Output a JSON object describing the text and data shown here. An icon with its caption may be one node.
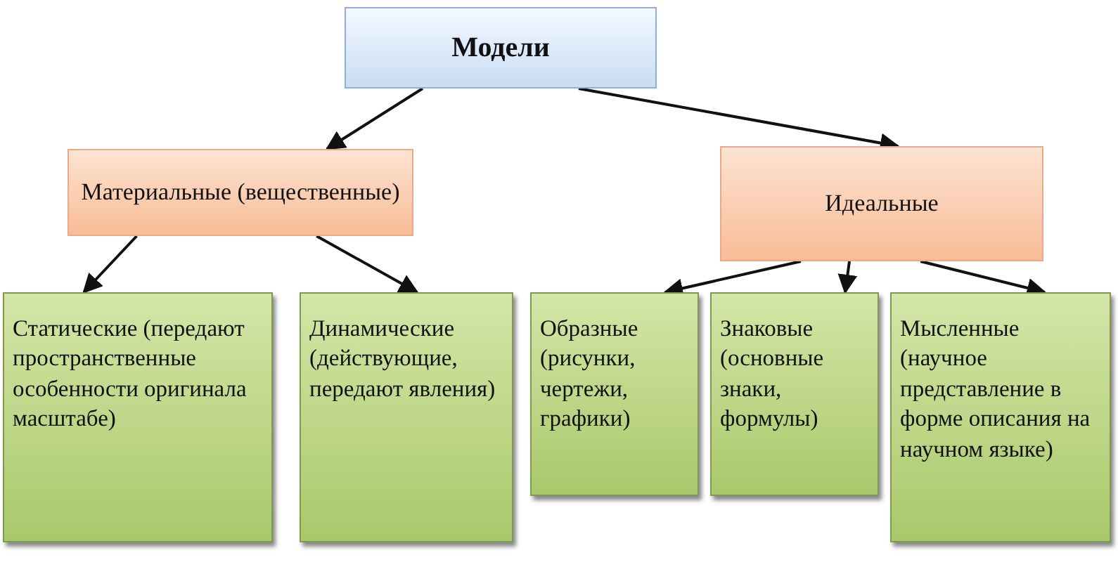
{
  "diagram": {
    "nodes": [
      {
        "text": [
          "Модели"
        ]
      },
      {
        "text": [
          "Материальные (вещественные)"
        ]
      },
      {
        "text": [
          "Идеальные"
        ]
      },
      {
        "text": [
          "Статические (передают пространственные особенности оригинала масштабе)"
        ]
      },
      {
        "text": [
          "Динамические (действующие, передают явления)"
        ]
      },
      {
        "text": [
          "Образные (рисунки, чертежи, графики)"
        ]
      },
      {
        "text": [
          "Знаковые (основные знаки, формулы)"
        ]
      },
      {
        "text": [
          "Мысленные (научное представление в форме описания на научном языке)"
        ]
      }
    ],
    "edges": [
      {
        "from": 0,
        "to": 1,
        "arrow": "to"
      },
      {
        "from": 0,
        "to": 2,
        "arrow": "to"
      },
      {
        "from": 1,
        "to": 3,
        "arrow": "to"
      },
      {
        "from": 1,
        "to": 4,
        "arrow": "to"
      },
      {
        "from": 2,
        "to": 5,
        "arrow": "to"
      },
      {
        "from": 2,
        "to": 6,
        "arrow": "to"
      },
      {
        "from": 2,
        "to": 7,
        "arrow": "to"
      }
    ]
  }
}
